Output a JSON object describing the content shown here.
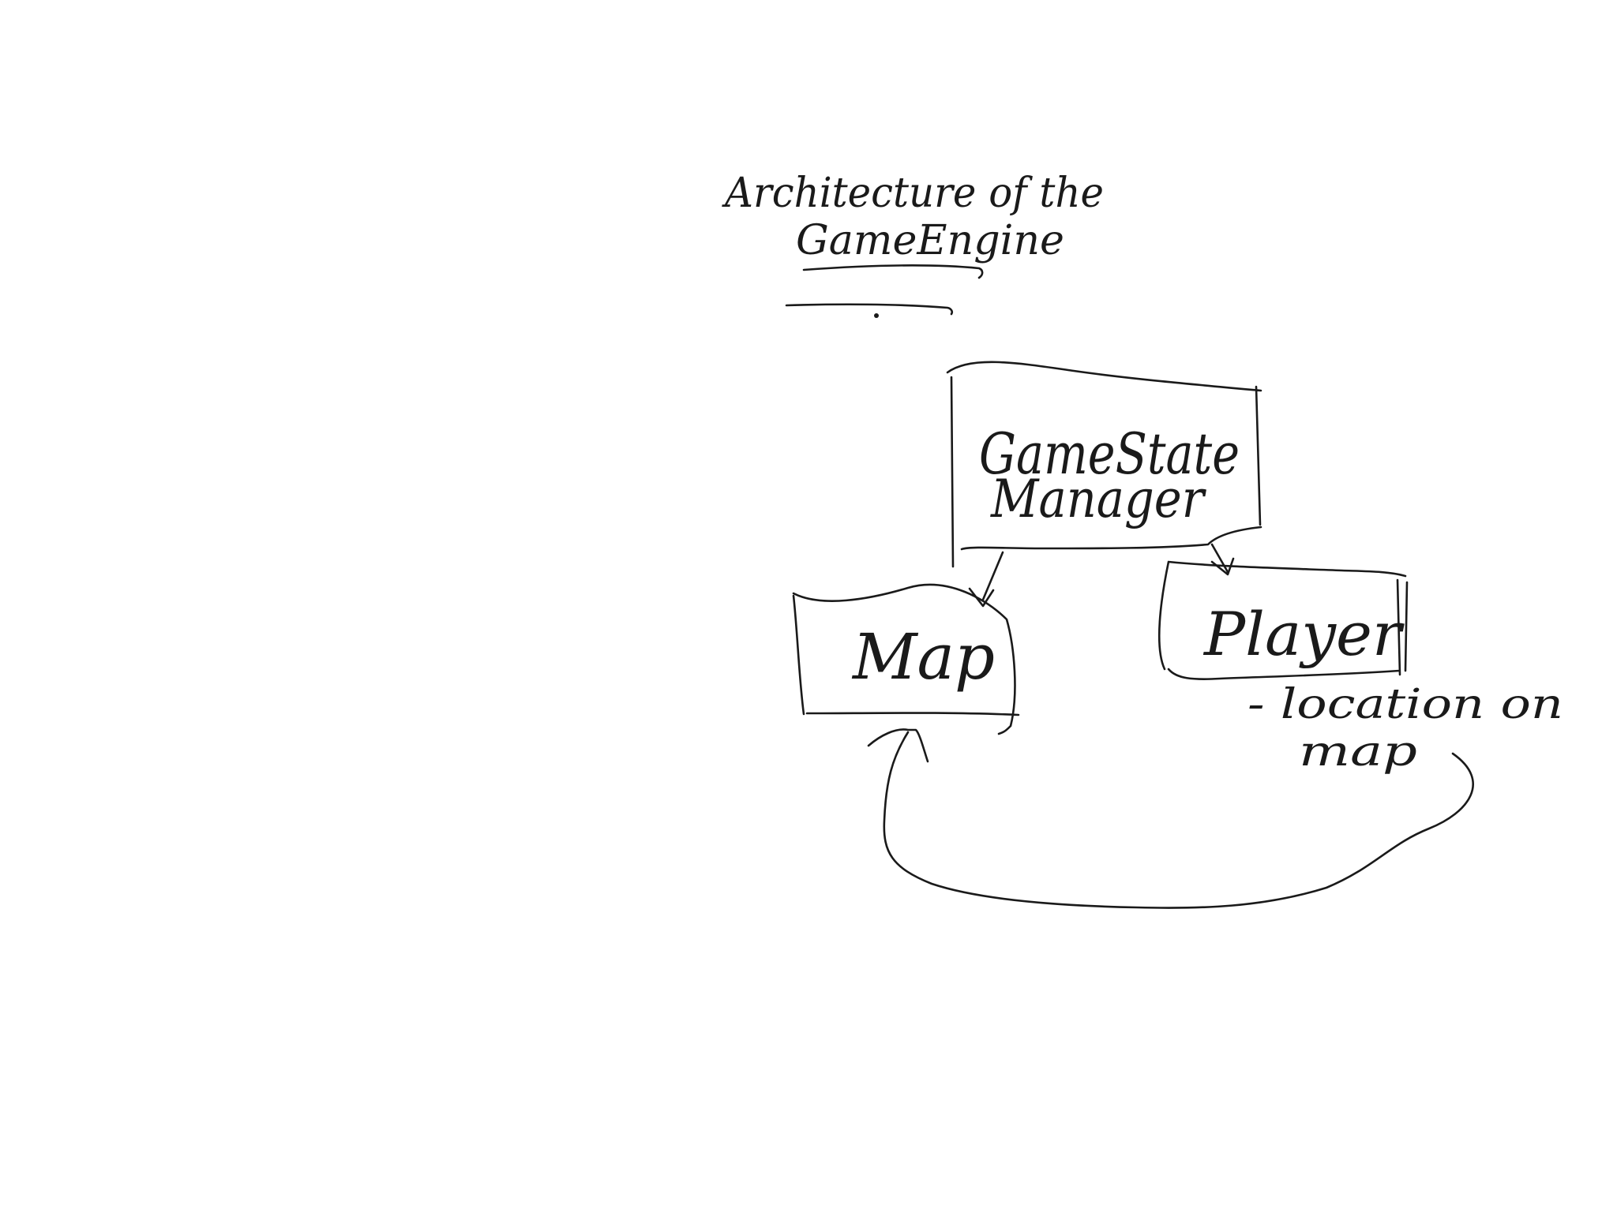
{
  "title": {
    "line1": "Architecture of the",
    "line2": "GameEngine"
  },
  "nodes": {
    "state_manager": {
      "line1": "GameState",
      "line2": "Manager"
    },
    "map": {
      "label": "Map"
    },
    "player": {
      "label": "Player"
    }
  },
  "annotations": {
    "player_note_line1": "- location on",
    "player_note_line2": "map"
  },
  "edges": [
    {
      "from": "GameState Manager",
      "to": "Map"
    },
    {
      "from": "GameState Manager",
      "to": "Player"
    },
    {
      "from": "Player",
      "to": "Map"
    }
  ],
  "colors": {
    "ink": "#1a1a1a",
    "background": "#ffffff"
  }
}
